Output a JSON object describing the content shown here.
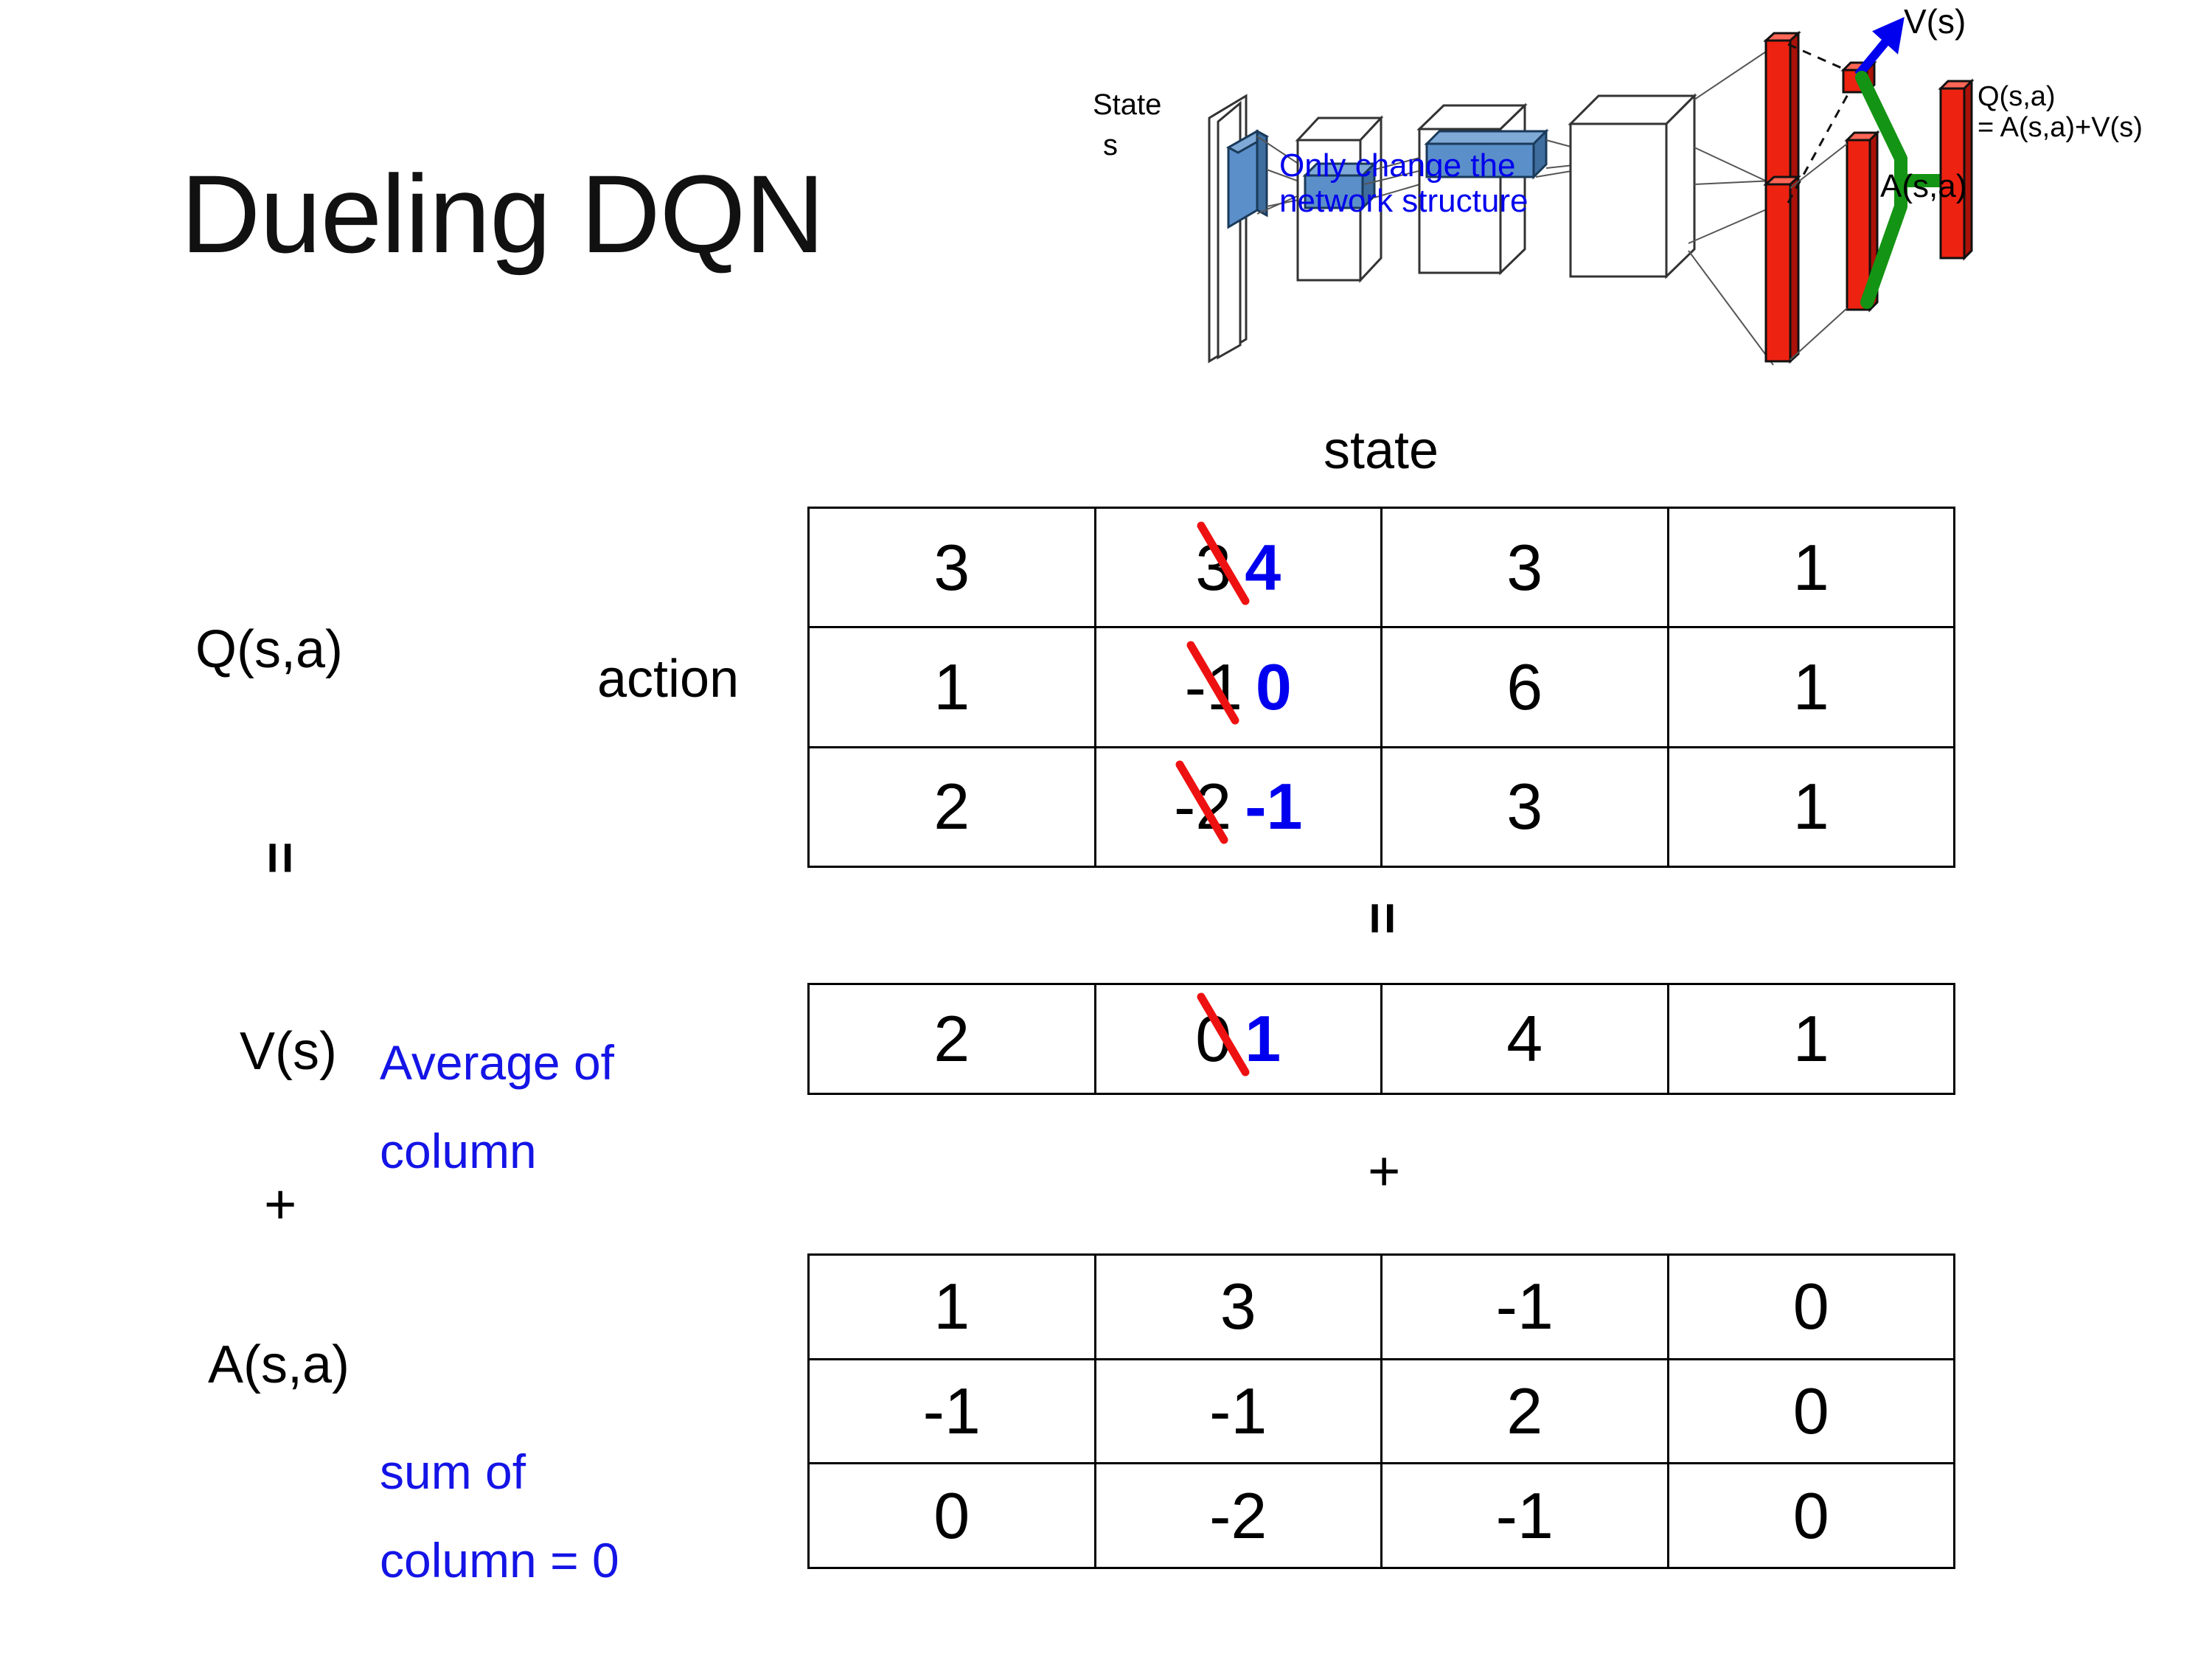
{
  "slide": {
    "title": "Dueling DQN"
  },
  "diagram": {
    "state_label_line1": "State",
    "state_label_line2": "s",
    "note_line1": "Only change the",
    "note_line2": "network structure",
    "v_label": "V(s)",
    "a_label": "A(s,a)",
    "q_label_line1": "Q(s,a)",
    "q_label_line2": "= A(s,a)+V(s)",
    "colors": {
      "note": "#0000ee",
      "arrow": "#0000ee",
      "bar": "#ee2211",
      "connector": "#149414",
      "block": "#6699cc"
    }
  },
  "labels": {
    "state_axis": "state",
    "action_axis": "action",
    "q_label": "Q(s,a)",
    "v_label": "V(s)",
    "a_label": "A(s,a)",
    "v_note_line1": "Average of",
    "v_note_line2": "column",
    "a_note_line1": "sum of",
    "a_note_line2": "column = 0",
    "equals_left": "=",
    "equals_mid": "=",
    "plus_left": "+",
    "plus_mid": "+",
    "note_color": "#1414e6",
    "edit_color": "#0000ee",
    "strike_color": "#ee1111"
  },
  "chart_data": {
    "type": "table",
    "title": "Dueling DQN decomposition Q(s,a) = V(s) + A(s,a)",
    "xlabel": "state",
    "ylabel": "action",
    "tables": [
      {
        "name": "Q(s,a)",
        "rows": [
          [
            {
              "value": "3"
            },
            {
              "value": "3",
              "struck": true,
              "new_value": "4"
            },
            {
              "value": "3"
            },
            {
              "value": "1"
            }
          ],
          [
            {
              "value": "1"
            },
            {
              "value": "-1",
              "struck": true,
              "new_value": "0"
            },
            {
              "value": "6"
            },
            {
              "value": "1"
            }
          ],
          [
            {
              "value": "2"
            },
            {
              "value": "-2",
              "struck": true,
              "new_value": "-1"
            },
            {
              "value": "3"
            },
            {
              "value": "1"
            }
          ]
        ]
      },
      {
        "name": "V(s)",
        "rows": [
          [
            {
              "value": "2"
            },
            {
              "value": "0",
              "struck": true,
              "new_value": "1"
            },
            {
              "value": "4"
            },
            {
              "value": "1"
            }
          ]
        ]
      },
      {
        "name": "A(s,a)",
        "rows": [
          [
            {
              "value": "1"
            },
            {
              "value": "3"
            },
            {
              "value": "-1"
            },
            {
              "value": "0"
            }
          ],
          [
            {
              "value": "-1"
            },
            {
              "value": "-1"
            },
            {
              "value": "2"
            },
            {
              "value": "0"
            }
          ],
          [
            {
              "value": "0"
            },
            {
              "value": "-2"
            },
            {
              "value": "-1"
            },
            {
              "value": "0"
            }
          ]
        ]
      }
    ]
  }
}
